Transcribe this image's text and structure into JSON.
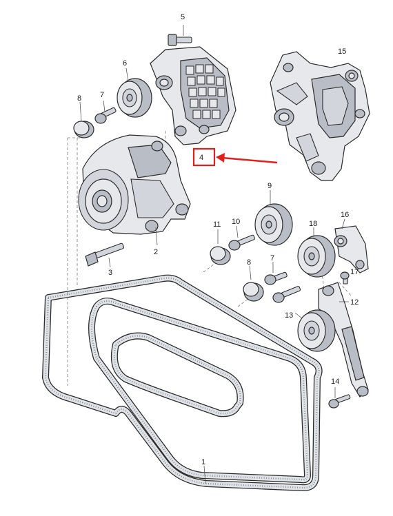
{
  "callouts": {
    "c1": "1",
    "c2": "2",
    "c3": "3",
    "c4": "4",
    "c5": "5",
    "c6": "6",
    "c7a": "7",
    "c7b": "7",
    "c8a": "8",
    "c8b": "8",
    "c9": "9",
    "c10": "10",
    "c11": "11",
    "c12": "12",
    "c13": "13",
    "c14": "14",
    "c15": "15",
    "c16": "16",
    "c17": "17",
    "c18": "18"
  },
  "highlight": {
    "target_label": "4",
    "box_color": "#e0201c",
    "arrow_color": "#e0201c"
  },
  "colors": {
    "line": "#2b2b2b",
    "metal_light": "#e6e8ec",
    "metal_dark": "#b9bec6"
  }
}
